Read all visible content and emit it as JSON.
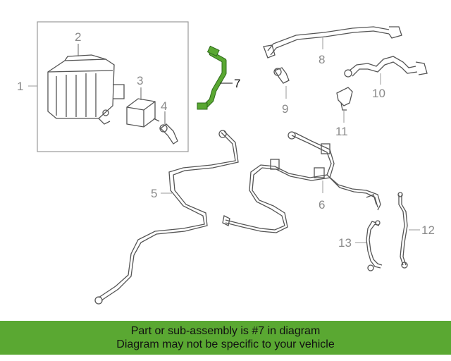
{
  "diagram": {
    "callouts": {
      "c1": "1",
      "c2": "2",
      "c3": "3",
      "c4": "4",
      "c5": "5",
      "c6": "6",
      "c7": "7",
      "c8": "8",
      "c9": "9",
      "c10": "10",
      "c11": "11",
      "c12": "12",
      "c13": "13"
    },
    "highlight_part": "7"
  },
  "banner": {
    "line1": "Part or sub-assembly is #7 in diagram",
    "line2": "Diagram may not be specific to your vehicle"
  },
  "colors": {
    "highlight": "#5aa832",
    "banner": "#5aa832",
    "line": "#555555",
    "callout": "#8a8a8a"
  }
}
